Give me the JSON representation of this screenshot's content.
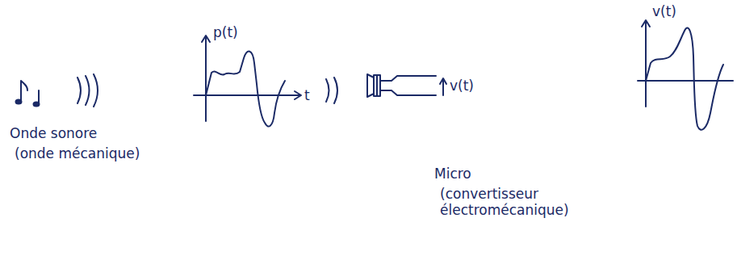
{
  "diagram": {
    "labels": [
      "p(t)",
      "t",
      "Onde sonore",
      "(onde mécanique)",
      "v(t)",
      "Micro",
      "(convertisseur électromécanique)",
      "v(t)"
    ]
  }
}
